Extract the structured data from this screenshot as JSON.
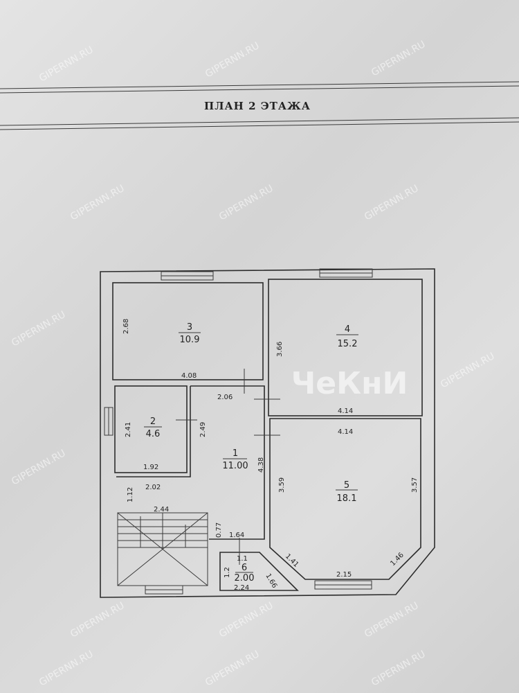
{
  "title": "ПЛАН 2 ЭТАЖА",
  "watermark": "GIPERNN.RU",
  "logo": "ЧеКнИ",
  "rooms": [
    {
      "number": "1",
      "area": "11.00"
    },
    {
      "number": "2",
      "area": "4.6"
    },
    {
      "number": "3",
      "area": "10.9"
    },
    {
      "number": "4",
      "area": "15.2"
    },
    {
      "number": "5",
      "area": "18.1"
    },
    {
      "number": "6",
      "area": "2.00"
    }
  ],
  "dimensions": [
    "2.68",
    "4.08",
    "3.66",
    "4.14",
    "2.06",
    "2.41",
    "2.49",
    "4.14",
    "1.92",
    "4.38",
    "3.59",
    "3.57",
    "2.02",
    "1.12",
    "2.44",
    "0.77",
    "1.64",
    "1.1",
    "1.2",
    "1.41",
    "1.66",
    "2.24",
    "2.15",
    "1.46"
  ]
}
